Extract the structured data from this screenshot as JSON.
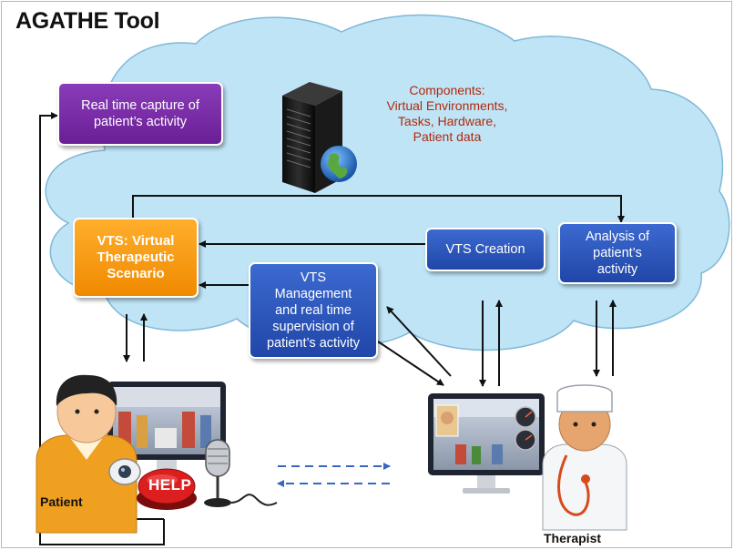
{
  "title": "AGATHE Tool",
  "components": {
    "heading": "Components:",
    "line1": "Virtual Environments,",
    "line2": "Tasks, Hardware,",
    "line3": "Patient data"
  },
  "boxes": {
    "capture": [
      "Real time capture of",
      "patient’s activity"
    ],
    "vts": [
      "VTS: Virtual",
      "Therapeutic",
      "Scenario"
    ],
    "creation": "VTS Creation",
    "analysis": [
      "Analysis of",
      "patient’s",
      "activity"
    ],
    "management": [
      "VTS",
      "Management",
      "and real time",
      "supervision of",
      "patient’s activity"
    ]
  },
  "labels": {
    "patient": "Patient",
    "therapist": "Therapist",
    "help": "HELP"
  },
  "colors": {
    "cloud": "#bfe4f6",
    "purple": "#6a1f96",
    "blue": "#2046a8",
    "orange": "#f59a12",
    "dashed_arrow": "#3a66c4"
  }
}
